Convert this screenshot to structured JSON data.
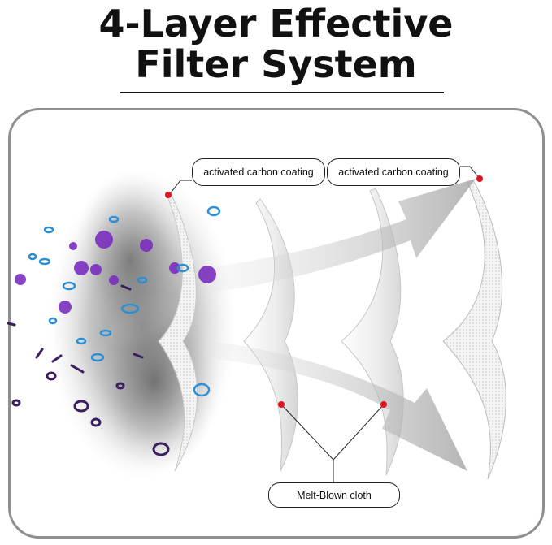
{
  "title": {
    "line1": "4-Layer Effective",
    "line2": "Filter System"
  },
  "callouts": {
    "top_left": "activated carbon coating",
    "top_right": "activated carbon coating",
    "bottom": "Melt-Blown cloth"
  },
  "colors": {
    "title": "#111111",
    "frame_border": "#8f8f8f",
    "marker_dot": "#e0141e",
    "particle_blue": "#2a8fd4",
    "particle_purple": "#7b2fbf",
    "particle_dark_purple": "#3a1f5e",
    "dust": "#6b6b6b",
    "arrow": "#bdbdbd"
  },
  "icons": {
    "marker": "red-dot-icon",
    "particles": "pollutant-particle-icons",
    "arrows": "airflow-arrow-icons"
  }
}
